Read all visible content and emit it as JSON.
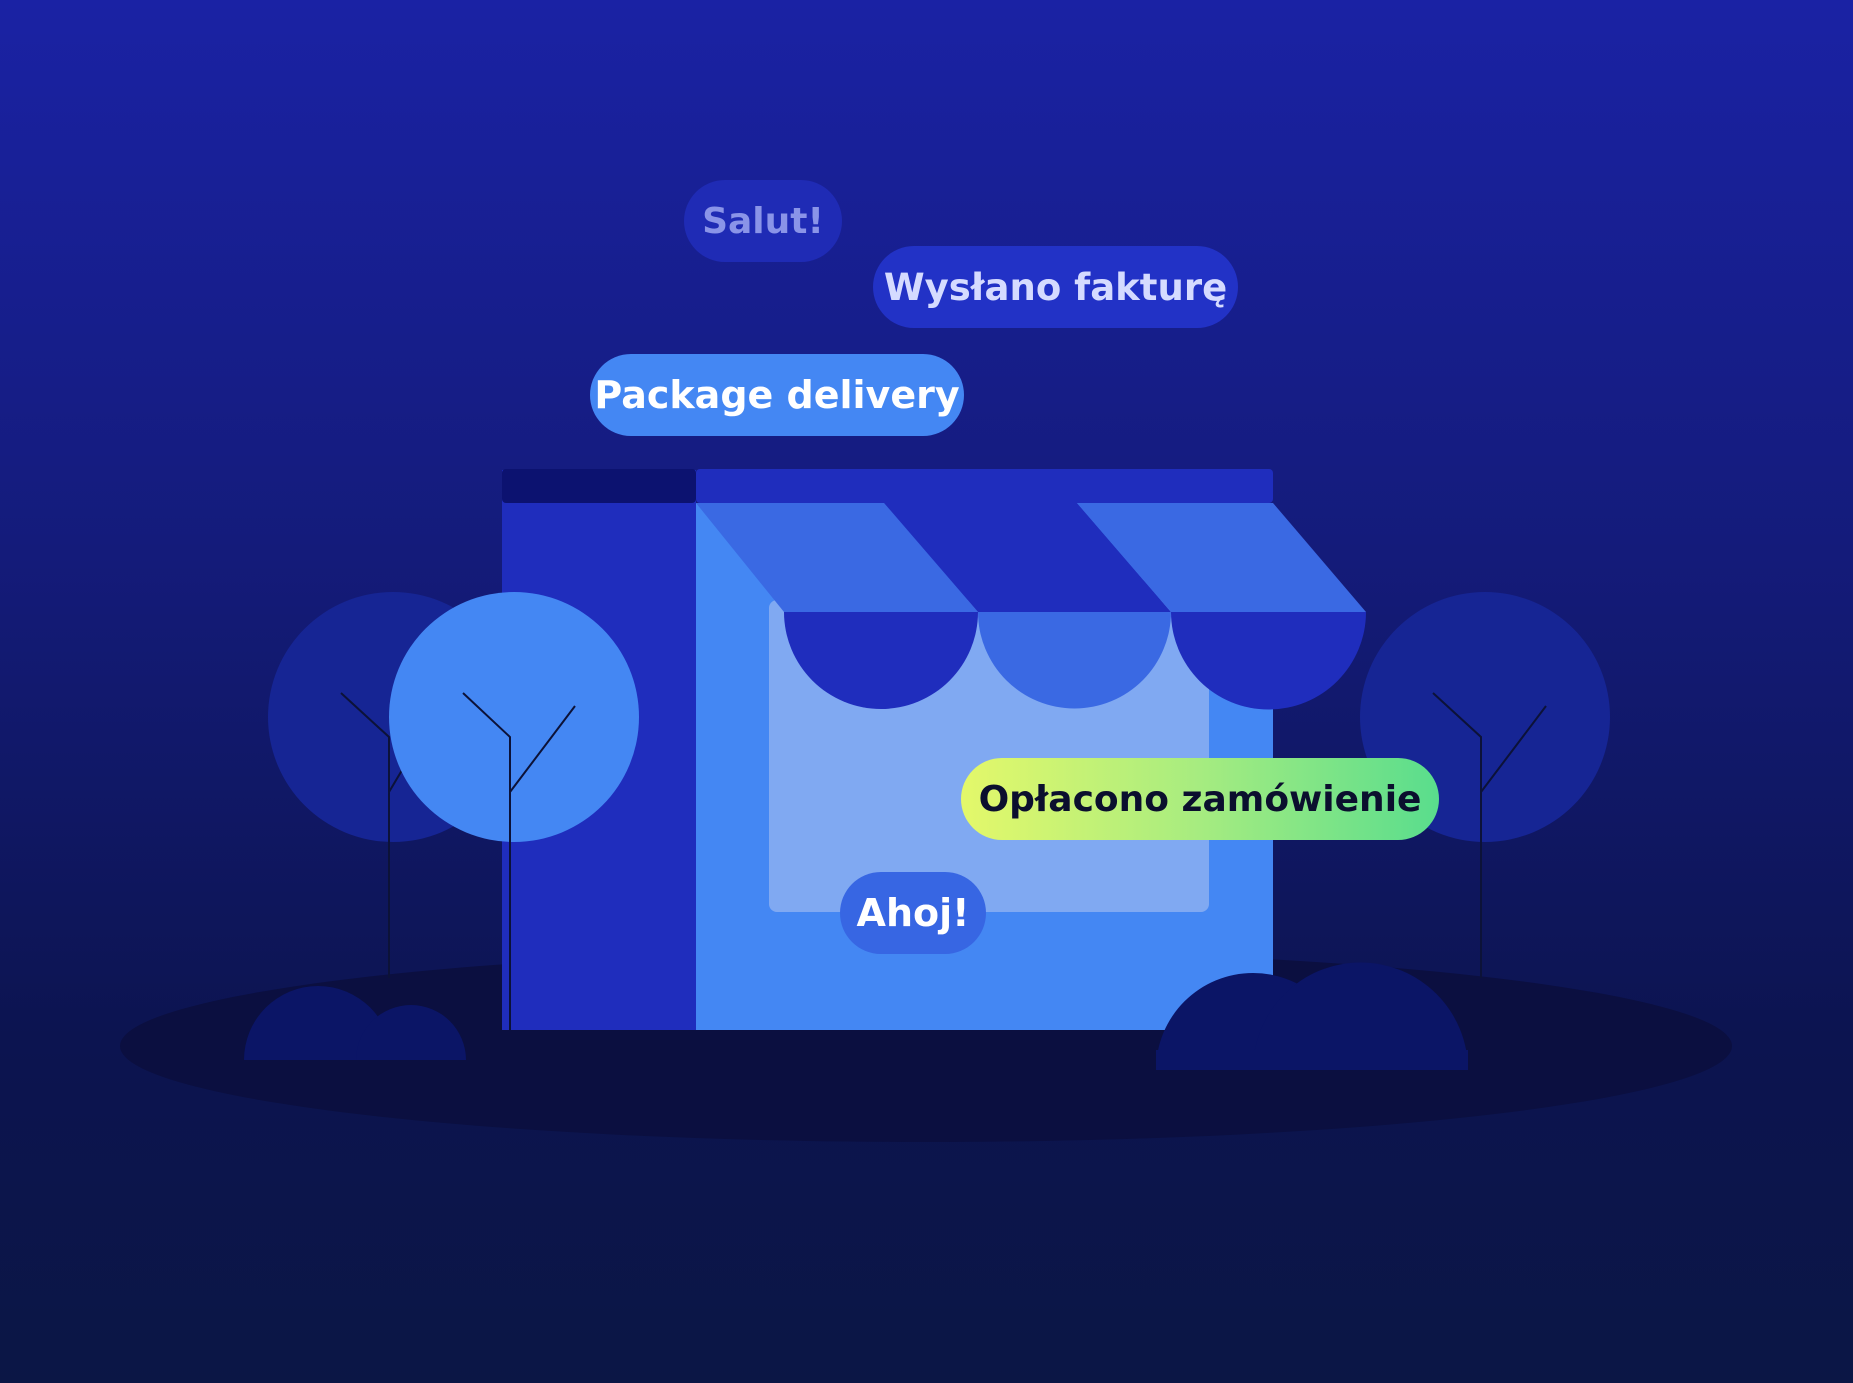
{
  "colors": {
    "background_top": "#1a22a4",
    "background_bottom": "#0b1645",
    "ground": "#0b0f40",
    "building_dark": "#1f2dbd",
    "building_light": "#4487f3",
    "window": "#80a9f2",
    "awning_light": "#3a69e3",
    "awning_dark": "#1f2dbd",
    "tree_light": "#4487f3",
    "tree_dark": "#162594",
    "bush": "#0b1566",
    "paid_gradient_start": "#e4f86a",
    "paid_gradient_end": "#59dd8d"
  },
  "bubbles": {
    "salut": "Salut!",
    "faktura": "Wysłano fakturę",
    "package": "Package delivery",
    "paid": "Opłacono zamówienie",
    "ahoj": "Ahoj!"
  },
  "illustration": {
    "subject": "storefront",
    "icons": [
      "shop-icon",
      "tree-icon",
      "bush-icon",
      "awning-icon"
    ]
  }
}
